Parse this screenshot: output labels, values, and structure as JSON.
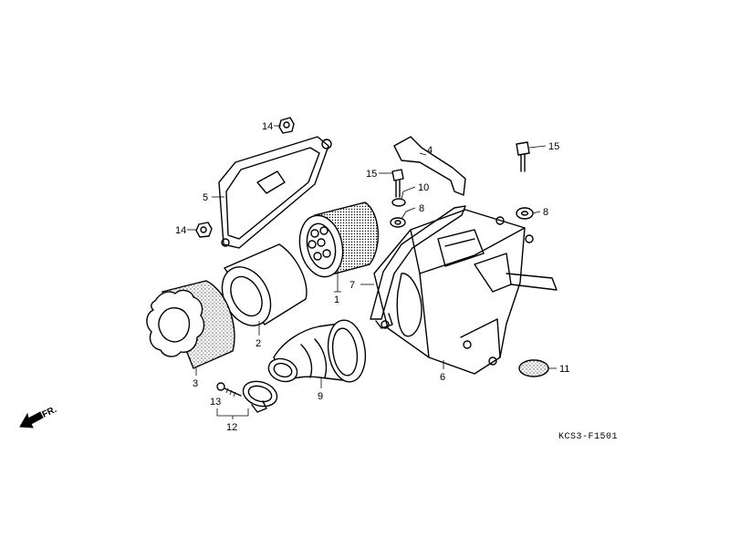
{
  "labels": {
    "p1": "1",
    "p2": "2",
    "p3": "3",
    "p4": "4",
    "p5": "5",
    "p6": "6",
    "p7": "7",
    "p8a": "8",
    "p8b": "8",
    "p9": "9",
    "p10": "10",
    "p11": "11",
    "p12": "12",
    "p13": "13",
    "p14a": "14",
    "p14b": "14",
    "p15a": "15",
    "p15b": "15"
  },
  "front_marker": "FR.",
  "diagram_code": "KCS3-F1501"
}
